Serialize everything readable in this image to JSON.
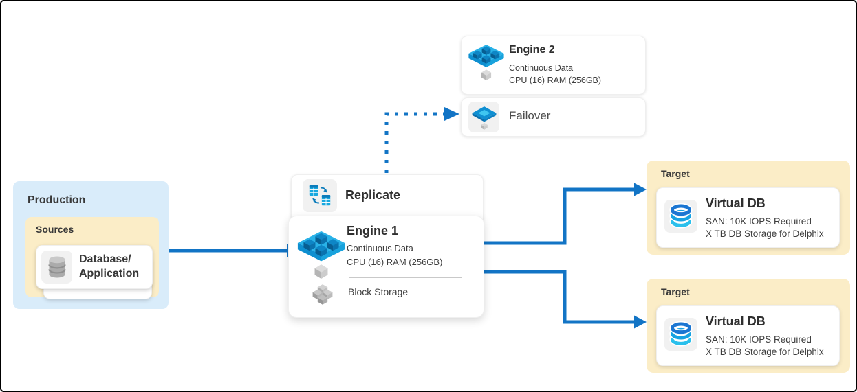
{
  "colors": {
    "arrow_blue": "#1274C5",
    "production_bg": "#D9ECFA",
    "zone_bg": "#FBEDC7",
    "card_bg": "#FFFFFF",
    "icon_chip_bg": "#F1F1F1",
    "engine_platform_cyan": "#29B2E8",
    "engine_cube_blue": "#0E86C6",
    "text_dark": "#333333"
  },
  "production": {
    "title": "Production",
    "sources": {
      "title": "Sources",
      "card": {
        "line1": "Database/",
        "line2": "Application"
      }
    }
  },
  "replicate": {
    "label": "Replicate"
  },
  "engine1": {
    "title": "Engine 1",
    "subtitle1": "Continuous Data",
    "subtitle2": "CPU (16) RAM (256GB)",
    "storage": "Block Storage"
  },
  "engine2": {
    "title": "Engine 2",
    "subtitle1": "Continuous Data",
    "subtitle2": "CPU (16) RAM (256GB)"
  },
  "failover": {
    "label": "Failover"
  },
  "targets": [
    {
      "title": "Target",
      "card": {
        "title": "Virtual DB",
        "line1": "SAN: 10K IOPS Required",
        "line2": "X TB DB Storage for Delphix"
      }
    },
    {
      "title": "Target",
      "card": {
        "title": "Virtual DB",
        "line1": "SAN: 10K IOPS Required",
        "line2": "X TB DB Storage for Delphix"
      }
    }
  ]
}
